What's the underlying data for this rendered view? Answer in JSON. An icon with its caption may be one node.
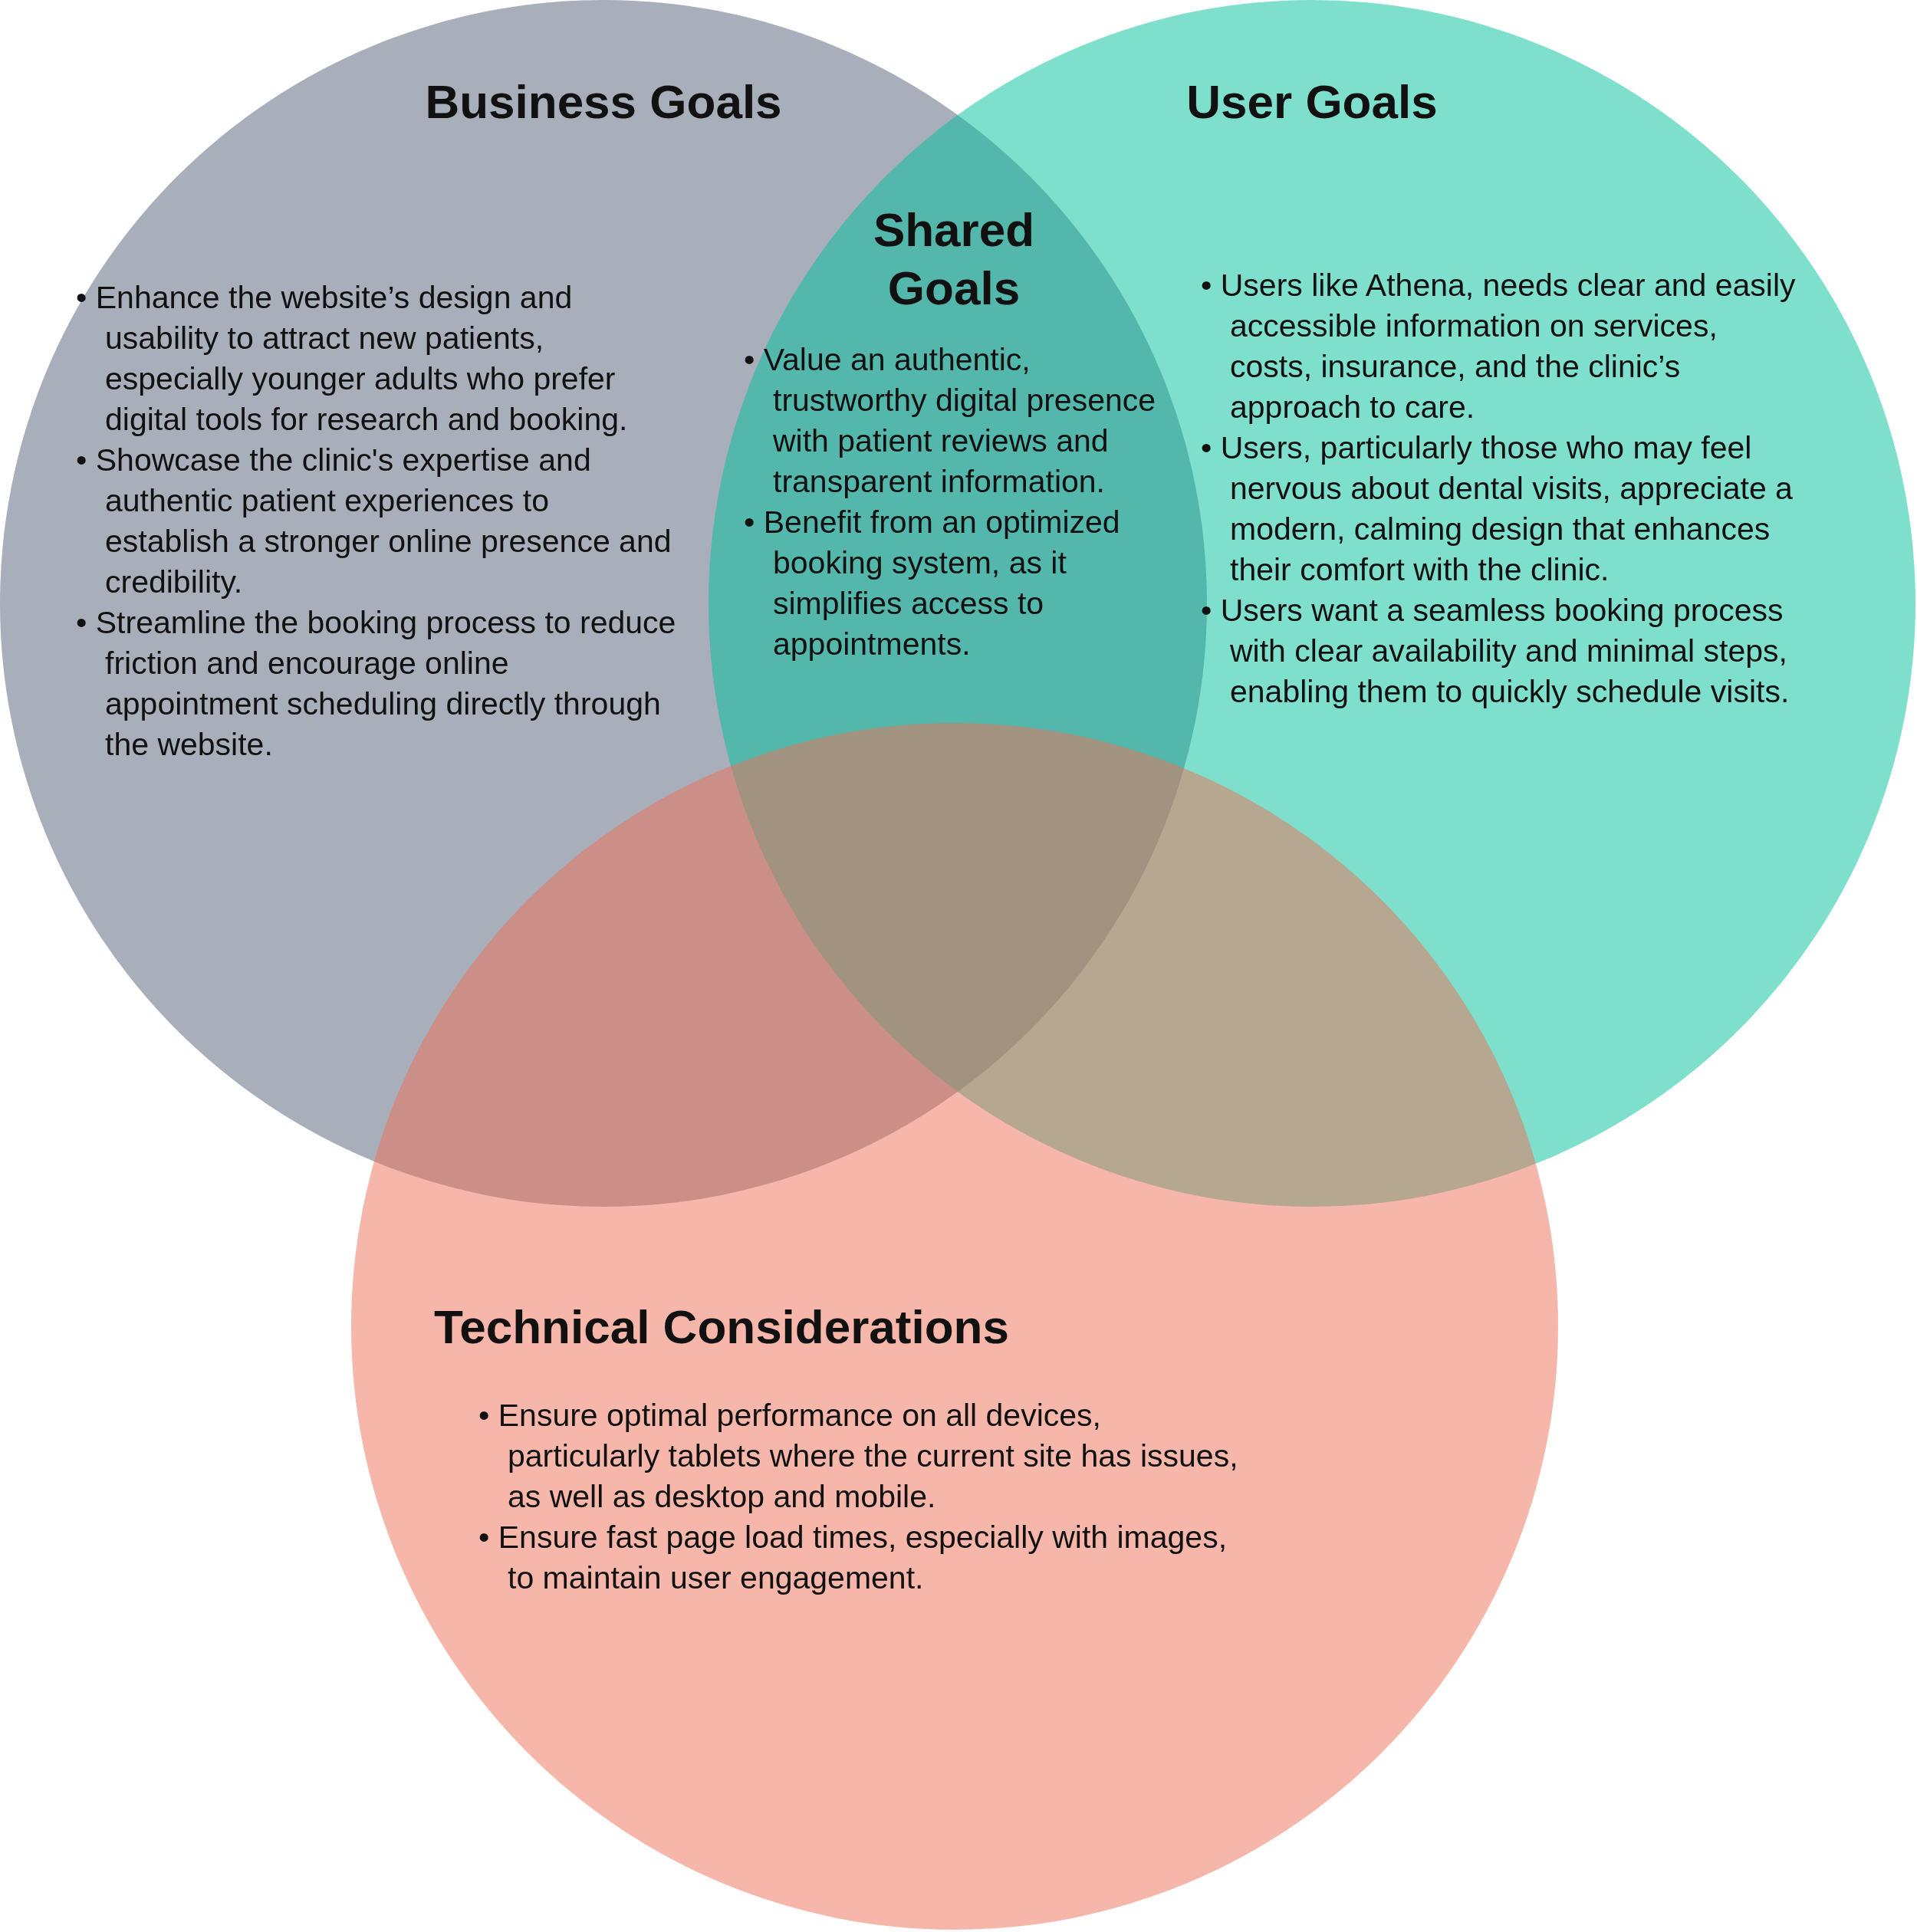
{
  "diagram": {
    "nodes": [
      {
        "text": [
          "Business Goals",
          "• Enhance the website’s design and usability to attract new patients, especially younger adults who prefer digital tools for research and booking.",
          "• Showcase the clinic's expertise and authentic patient experiences to establish a stronger online presence and credibility.",
          "• Streamline the booking process to reduce friction and encourage online appointment scheduling directly through the website."
        ]
      },
      {
        "text": [
          "User Goals",
          "• Users like Athena, needs clear and easily accessible information on services, costs, insurance, and the clinic’s approach to care.",
          "• Users, particularly those who may feel nervous about dental visits, appreciate a modern, calming design that enhances their comfort with the clinic.",
          "• Users want a seamless booking process with clear availability and minimal steps, enabling them to quickly schedule visits."
        ]
      },
      {
        "text": [
          "Shared Goals",
          "• Value an authentic, trustworthy digital presence with patient reviews and transparent information.",
          "• Benefit from an optimized booking system, as it simplifies access to appointments."
        ]
      },
      {
        "text": [
          "Technical Considerations",
          "• Ensure optimal performance on all devices, particularly tablets where the current site has issues, as well as desktop and mobile.",
          "• Ensure fast page load times, especially with images, to maintain user engagement."
        ]
      }
    ]
  }
}
